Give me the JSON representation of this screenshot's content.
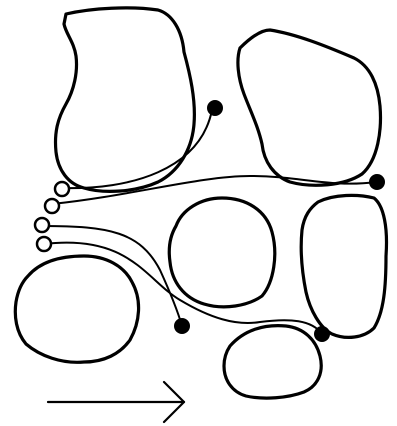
{
  "diagram": {
    "obstacles": [
      {
        "name": "obstacle-top-left"
      },
      {
        "name": "obstacle-top-right"
      },
      {
        "name": "obstacle-center"
      },
      {
        "name": "obstacle-right"
      },
      {
        "name": "obstacle-bottom-left"
      },
      {
        "name": "obstacle-bottom-center"
      }
    ],
    "paths": [
      {
        "name": "path-1",
        "start": "start-point-1",
        "end": "end-point-1"
      },
      {
        "name": "path-2",
        "start": "start-point-2",
        "end": "end-point-2"
      },
      {
        "name": "path-3",
        "start": "start-point-3",
        "end": "end-point-3"
      },
      {
        "name": "path-4",
        "start": "start-point-4",
        "end": "end-point-4"
      }
    ],
    "direction": "right",
    "colors": {
      "stroke": "#000000",
      "background": "#ffffff"
    }
  }
}
